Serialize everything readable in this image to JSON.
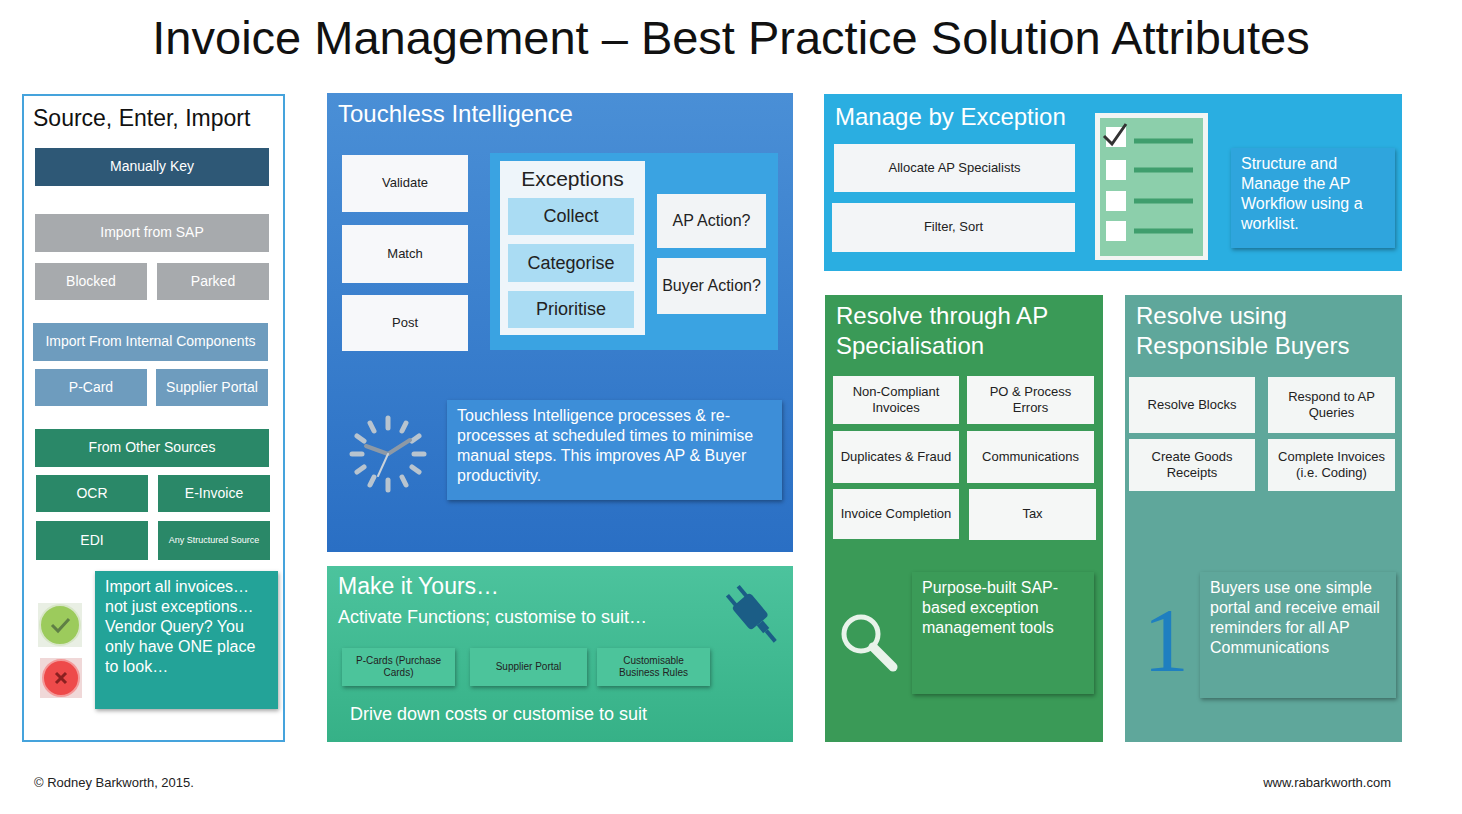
{
  "diagram": {
    "title": "Invoice Management – Best Practice Solution Attributes",
    "nodes": [
      {
        "text": [
          "Source, Enter, Import"
        ]
      },
      {
        "text": [
          "Manually Key"
        ],
        "in": 0
      },
      {
        "text": [
          "Import from SAP"
        ],
        "in": 0
      },
      {
        "text": [
          "Blocked"
        ],
        "in": 0
      },
      {
        "text": [
          "Parked"
        ],
        "in": 0
      },
      {
        "text": [
          "Import From Internal Components"
        ],
        "in": 0
      },
      {
        "text": [
          "P-Card"
        ],
        "in": 0
      },
      {
        "text": [
          "Supplier Portal"
        ],
        "in": 0
      },
      {
        "text": [
          "From Other Sources"
        ],
        "in": 0
      },
      {
        "text": [
          "OCR"
        ],
        "in": 0
      },
      {
        "text": [
          "E-Invoice"
        ],
        "in": 0
      },
      {
        "text": [
          "EDI"
        ],
        "in": 0
      },
      {
        "text": [
          "Any Structured Source"
        ],
        "in": 0
      },
      {
        "text": [
          "Import all invoices… not just exceptions… Vendor Query? You only have ONE place to look…"
        ],
        "in": 0
      },
      {
        "text": [
          "Touchless Intelligence"
        ]
      },
      {
        "text": [
          "Validate"
        ],
        "in": 14
      },
      {
        "text": [
          "Match"
        ],
        "in": 14
      },
      {
        "text": [
          "Post"
        ],
        "in": 14
      },
      {
        "text": [],
        "in": 14
      },
      {
        "text": [
          "Exceptions"
        ],
        "in": 18
      },
      {
        "text": [
          "Collect"
        ],
        "in": 19
      },
      {
        "text": [
          "Categorise"
        ],
        "in": 19
      },
      {
        "text": [
          "Prioritise"
        ],
        "in": 19
      },
      {
        "text": [
          "AP Action?"
        ],
        "in": 18
      },
      {
        "text": [
          "Buyer Action?"
        ],
        "in": 18
      },
      {
        "text": [
          "Touchless Intelligence processes & re-processes at scheduled times to minimise manual steps.  This improves AP & Buyer productivity."
        ],
        "in": 14
      },
      {
        "text": [
          "Manage by Exception"
        ]
      },
      {
        "text": [
          "Allocate AP Specialists"
        ],
        "in": 26
      },
      {
        "text": [
          "Filter, Sort"
        ],
        "in": 26
      },
      {
        "text": [
          "Structure and Manage the AP Workflow using a worklist."
        ],
        "in": 26
      },
      {
        "text": [
          "Make it Yours…",
          "Activate Functions; customise to suit…",
          "Drive down costs or customise to suit"
        ]
      },
      {
        "text": [
          "P-Cards (Purchase Cards)"
        ],
        "in": 30
      },
      {
        "text": [
          "Supplier Portal"
        ],
        "in": 30
      },
      {
        "text": [
          "Customisable Business Rules"
        ],
        "in": 30
      },
      {
        "text": [
          "Resolve through AP Specialisation"
        ]
      },
      {
        "text": [
          "Non-Compliant Invoices"
        ],
        "in": 34
      },
      {
        "text": [
          "PO & Process Errors"
        ],
        "in": 34
      },
      {
        "text": [
          "Duplicates & Fraud"
        ],
        "in": 34
      },
      {
        "text": [
          "Communications"
        ],
        "in": 34
      },
      {
        "text": [
          "Invoice Completion"
        ],
        "in": 34
      },
      {
        "text": [
          "Tax"
        ],
        "in": 34
      },
      {
        "text": [
          "Purpose-built SAP-based exception management tools"
        ],
        "in": 34
      },
      {
        "text": [
          "Resolve using Responsible Buyers"
        ]
      },
      {
        "text": [
          "Resolve Blocks"
        ],
        "in": 42
      },
      {
        "text": [
          "Respond to AP Queries"
        ],
        "in": 42
      },
      {
        "text": [
          "Create Goods Receipts"
        ],
        "in": 42
      },
      {
        "text": [
          "Complete Invoices (i.e. Coding)"
        ],
        "in": 42
      },
      {
        "text": [
          "Buyers use one simple portal and receive email reminders for all AP Communications"
        ],
        "in": 42
      }
    ],
    "labels": [
      "1",
      "© Rodney Barkworth, 2015.",
      "www.rabarkworth.com"
    ]
  }
}
